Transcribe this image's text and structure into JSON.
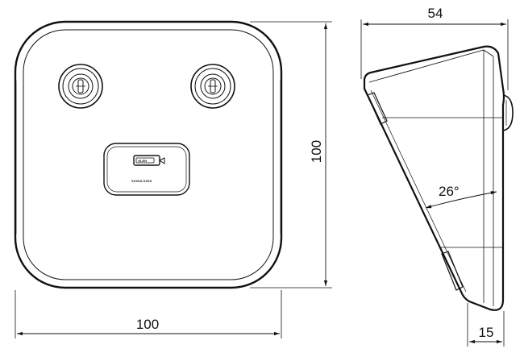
{
  "dimensions": {
    "front_width": "100",
    "front_height": "100",
    "side_depth": "54",
    "side_offset": "15",
    "tilt_angle": "26°"
  },
  "logo": {
    "label": "GLEN",
    "caption": "XXXXX-XXXX"
  },
  "colors": {
    "line": "#111111",
    "background": "#ffffff"
  },
  "icons": [
    "screw-icon",
    "logo-icon"
  ]
}
